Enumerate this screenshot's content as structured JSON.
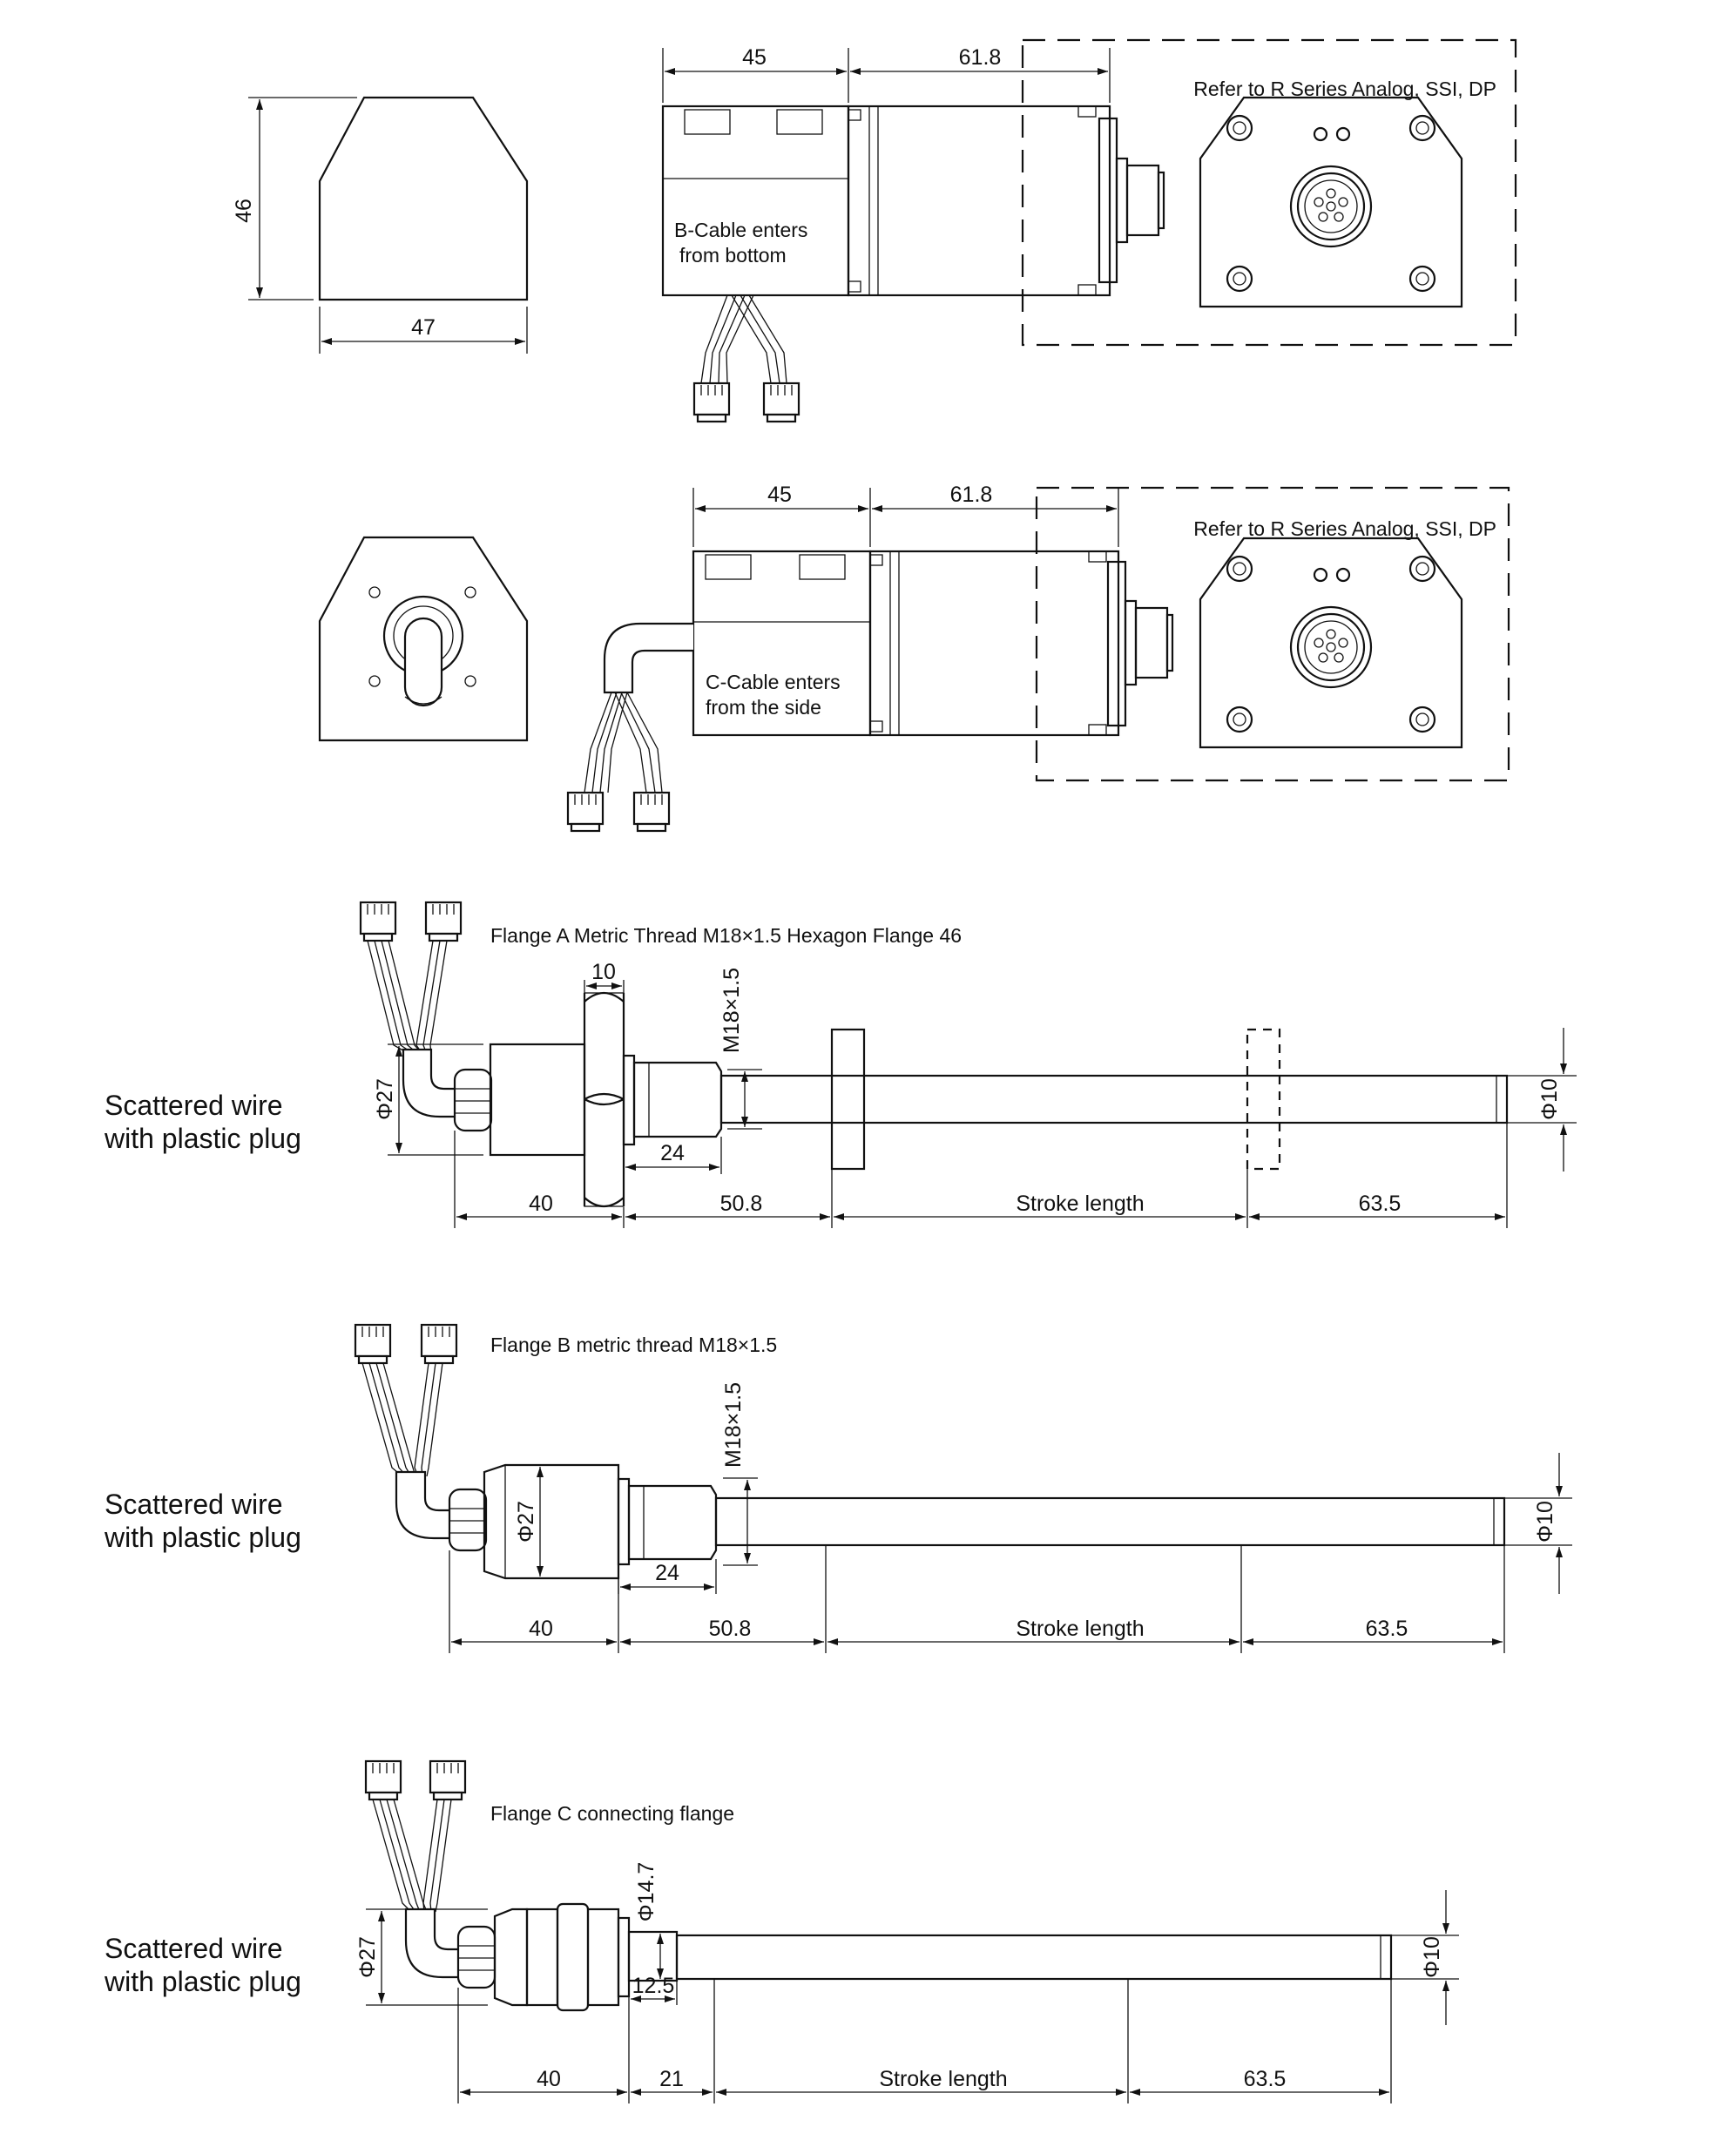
{
  "view_b": {
    "height_46": "46",
    "width_47": "47",
    "length_45": "45",
    "length_61_8": "61.8",
    "cable_text_line1": "B-Cable enters",
    "cable_text_line2": "from bottom",
    "refer_text": "Refer to R Series Analog, SSI, DP"
  },
  "view_c": {
    "length_45": "45",
    "length_61_8": "61.8",
    "cable_text_line1": "C-Cable enters",
    "cable_text_line2": "from the side",
    "refer_text": "Refer to R Series Analog, SSI, DP"
  },
  "flange_a": {
    "title": "Flange A Metric Thread M18×1.5 Hexagon Flange 46",
    "side_line1": "Scattered wire",
    "side_line2": "with plastic plug",
    "dia_27": "Φ27",
    "width_10": "10",
    "thread": "M18×1.5",
    "len_24": "24",
    "dia_10": "Φ10",
    "len_40": "40",
    "len_50_8": "50.8",
    "stroke": "Stroke length",
    "len_63_5": "63.5"
  },
  "flange_b": {
    "title": "Flange B metric thread M18×1.5",
    "side_line1": "Scattered wire",
    "side_line2": "with plastic plug",
    "dia_27": "Φ27",
    "thread": "M18×1.5",
    "len_24": "24",
    "dia_10": "Φ10",
    "len_40": "40",
    "len_50_8": "50.8",
    "stroke": "Stroke length",
    "len_63_5": "63.5"
  },
  "flange_c": {
    "title": "Flange C connecting flange",
    "side_line1": "Scattered wire",
    "side_line2": "with plastic plug",
    "dia_27": "Φ27",
    "dia_14_7": "Φ14.7",
    "len_12_5": "12.5",
    "dia_10": "Φ10",
    "len_40": "40",
    "len_21": "21",
    "stroke": "Stroke length",
    "len_63_5": "63.5"
  }
}
